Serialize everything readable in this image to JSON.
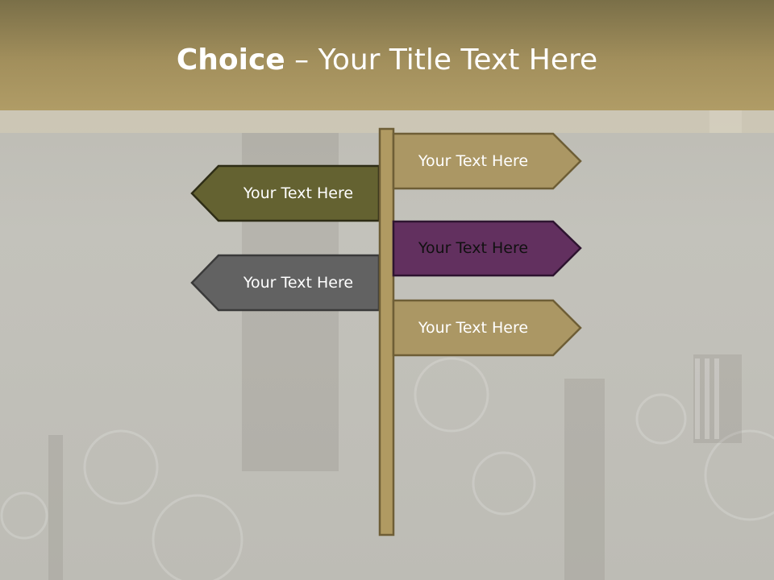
{
  "title": {
    "bold": "Choice",
    "rest": " – Your Title Text Here"
  },
  "signs": {
    "right_1": "Your Text Here",
    "left_1": "Your Text Here",
    "right_2": "Your Text Here",
    "left_2": "Your Text Here",
    "right_3": "Your Text Here"
  },
  "colors": {
    "title_bar": "#a28f5c",
    "pole": "#b09a62",
    "sign_tan": "#ab9764",
    "sign_olive": "#646231",
    "sign_purple": "#62305f",
    "sign_gray": "#626262"
  }
}
